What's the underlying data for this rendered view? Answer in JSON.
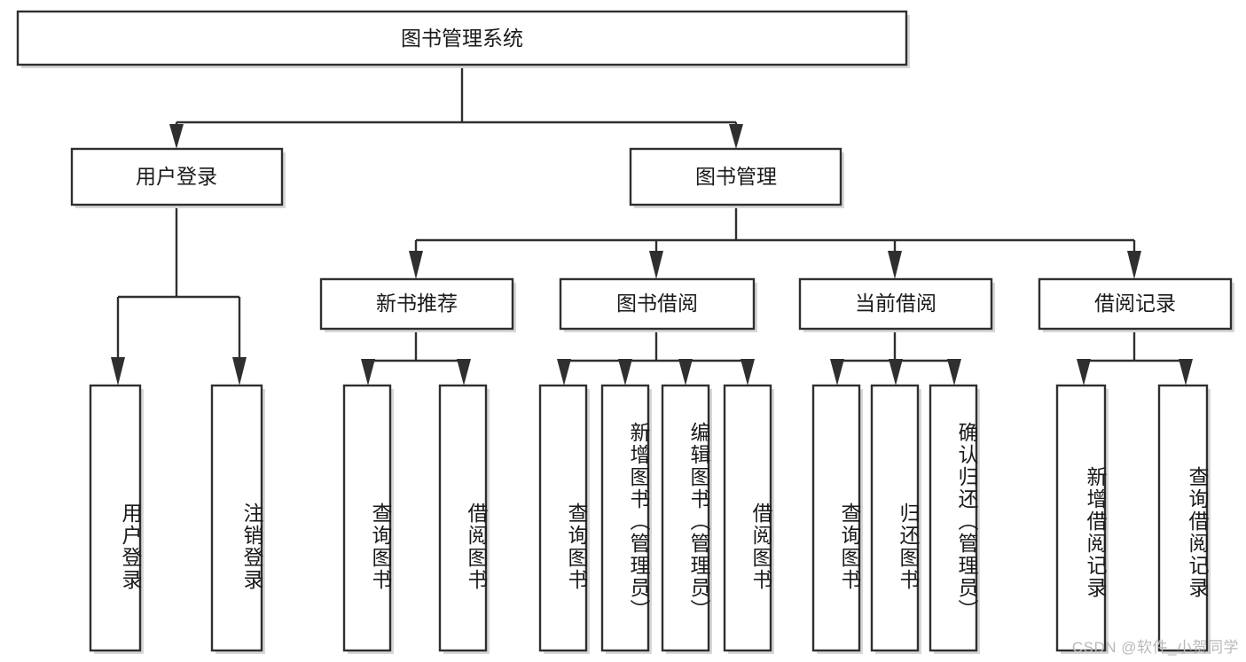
{
  "diagram": {
    "type": "tree",
    "title": "图书管理系统",
    "orientation": "top-down",
    "colors": {
      "stroke": "#2f2f2f",
      "fill": "#ffffff",
      "text": "#1a1a1a",
      "shadow": "#d7d7d7",
      "watermark": "#b9b9b9",
      "background": "#ffffff"
    },
    "nodes": {
      "root": {
        "label": "图书管理系统",
        "level": 0
      },
      "l1": [
        {
          "id": "user-login",
          "label": "用户登录"
        },
        {
          "id": "book-manage",
          "label": "图书管理"
        }
      ],
      "l2": [
        {
          "id": "new-book-recommend",
          "label": "新书推荐",
          "parent": "book-manage"
        },
        {
          "id": "book-borrow",
          "label": "图书借阅",
          "parent": "book-manage"
        },
        {
          "id": "current-borrow",
          "label": "当前借阅",
          "parent": "book-manage"
        },
        {
          "id": "borrow-record",
          "label": "借阅记录",
          "parent": "book-manage"
        }
      ],
      "leaves": {
        "user-login": [
          {
            "id": "leaf-user-login",
            "label": "用户登录"
          },
          {
            "id": "leaf-user-logout",
            "label": "注销登录"
          }
        ],
        "new-book-recommend": [
          {
            "id": "leaf-query-book-1",
            "label": "查询图书"
          },
          {
            "id": "leaf-borrow-book-1",
            "label": "借阅图书"
          }
        ],
        "book-borrow": [
          {
            "id": "leaf-query-book-2",
            "label": "查询图书"
          },
          {
            "id": "leaf-add-book",
            "label": "新增图书（管理员）"
          },
          {
            "id": "leaf-edit-book",
            "label": "编辑图书（管理员）"
          },
          {
            "id": "leaf-borrow-book-2",
            "label": "借阅图书"
          }
        ],
        "current-borrow": [
          {
            "id": "leaf-query-book-3",
            "label": "查询图书"
          },
          {
            "id": "leaf-return-book",
            "label": "归还图书"
          },
          {
            "id": "leaf-confirm-return",
            "label": "确认归还（管理员）"
          }
        ],
        "borrow-record": [
          {
            "id": "leaf-add-record",
            "label": "新增借阅记录"
          },
          {
            "id": "leaf-query-record",
            "label": "查询借阅记录"
          }
        ]
      }
    }
  },
  "watermark": {
    "text": "CSDN @软件_小贺同学"
  }
}
